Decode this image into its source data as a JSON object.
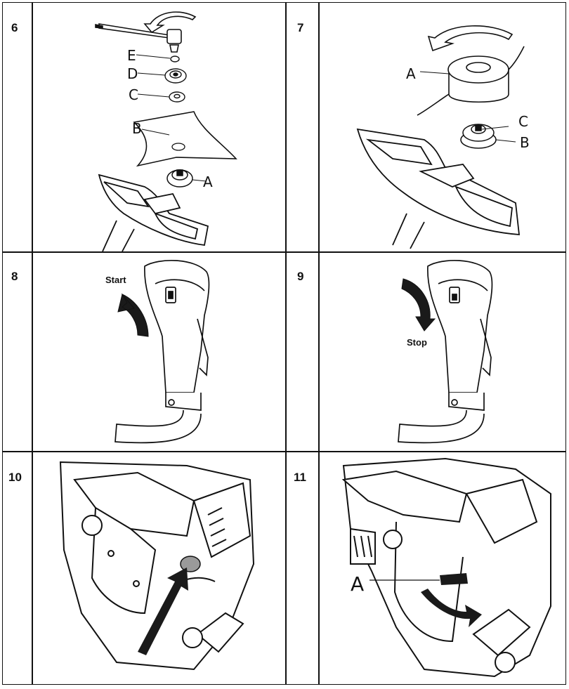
{
  "steps": [
    {
      "number": "6",
      "labels": {
        "e": "E",
        "d": "D",
        "c": "C",
        "b": "B",
        "a": "A"
      }
    },
    {
      "number": "7",
      "labels": {
        "a": "A",
        "c": "C",
        "b": "B"
      }
    },
    {
      "number": "8",
      "caption": "Start"
    },
    {
      "number": "9",
      "caption": "Stop"
    },
    {
      "number": "10"
    },
    {
      "number": "11",
      "labels": {
        "a": "A"
      }
    }
  ],
  "colors": {
    "line": "#111111",
    "arrow": "#1a1a1a",
    "shade": "#9a9a9a"
  }
}
